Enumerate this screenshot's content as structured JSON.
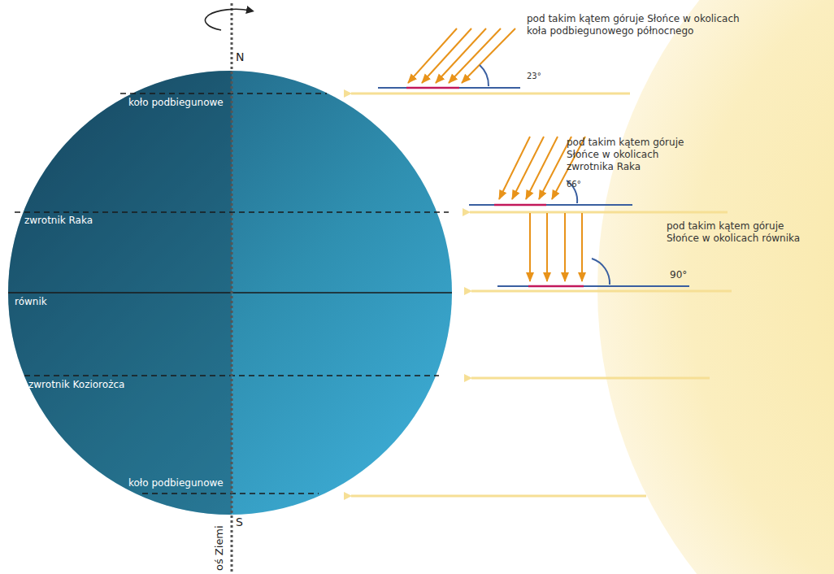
{
  "diagram": {
    "labels": [
      "N",
      "koło podbiegunowe",
      "pod takim kątem góruje Słońce w okolicach koła podbiegunowego północnego",
      "23°",
      "pod takim kątem góruje Słońce w okolicach zwrotnika Raka",
      "66°",
      "zwrotnik Raka",
      "pod takim kątem góruje Słońce w okolicach równika",
      "90°",
      "równik",
      "zwrotnik Koziorożca",
      "koło podbiegunowe",
      "S",
      "oś Ziemi"
    ]
  }
}
